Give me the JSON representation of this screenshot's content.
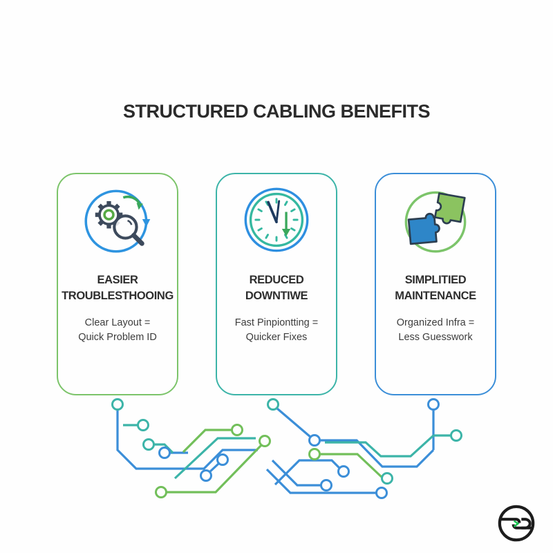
{
  "page": {
    "title": "STRUCTURED CABLING BENEFITS",
    "background_color": "#fefefe",
    "title_color": "#2b2b2b"
  },
  "colors": {
    "green": "#7cc46a",
    "teal": "#3cb4a8",
    "blue": "#3b8ed8",
    "navy_outline": "#2c3e50",
    "icon_green": "#3aa85c",
    "puzzle_green_fill": "#8bc360",
    "puzzle_blue_fill": "#2e86c8",
    "logo_black": "#1c1c1c",
    "logo_accent_green": "#17c24f"
  },
  "cards": [
    {
      "id": "easier-troubleshooting",
      "icon": "gear-magnifier-cycle-icon",
      "border_color": "#7cc46a",
      "title_line1": "EASIER",
      "title_line2": "TROUBLESTHOOING",
      "subtitle_line1": "Clear Layout =",
      "subtitle_line2": "Quick Problem ID"
    },
    {
      "id": "reduced-downtime",
      "icon": "clock-arrow-icon",
      "border_color": "#3cb4a8",
      "title_line1": "REDUCED",
      "title_line2": "DOWNTIWE",
      "subtitle_line1": "Fast Pinpiontting =",
      "subtitle_line2": "Quicker Fixes"
    },
    {
      "id": "simplified-maintenance",
      "icon": "puzzle-pieces-icon",
      "border_color": "#3b8ed8",
      "title_line1": "SIMPLITIED",
      "title_line2": "MAINTENANCE",
      "subtitle_line1": "Organized Infra =",
      "subtitle_line2": "Less Guesswork"
    }
  ],
  "footer": {
    "logo_name": "sc-monogram-logo"
  }
}
